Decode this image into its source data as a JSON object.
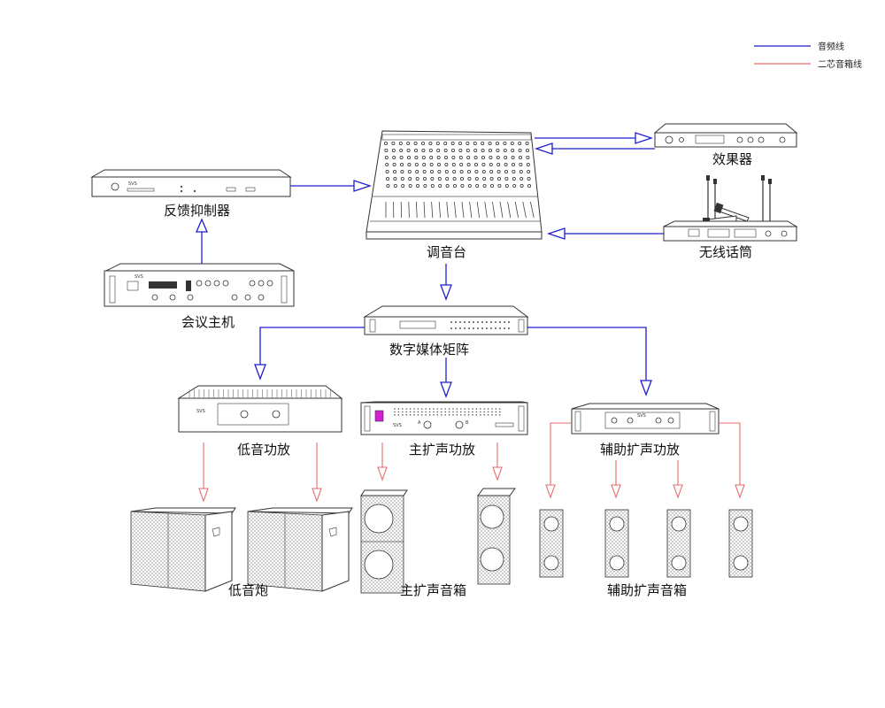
{
  "legend": {
    "audio_line": "音频线",
    "speaker_line": "二芯音箱线",
    "audio_color": "#1f1fd0",
    "speaker_color": "#e86b6b"
  },
  "nodes": {
    "feedback": "反馈抑制器",
    "conference": "会议主机",
    "mixer": "调音台",
    "effects": "效果器",
    "wireless_mic": "无线话筒",
    "matrix": "数字媒体矩阵",
    "bass_amp": "低音功放",
    "main_amp": "主扩声功放",
    "aux_amp": "辅助扩声功放",
    "subwoofer": "低音炮",
    "main_speaker": "主扩声音箱",
    "aux_speaker": "辅助扩声音箱"
  },
  "device_text": {
    "brand": "SVS",
    "main_amp_channel_a": "A",
    "main_amp_channel_b": "B"
  },
  "connections": [
    {
      "from": "conference",
      "to": "feedback",
      "type": "audio"
    },
    {
      "from": "feedback",
      "to": "mixer",
      "type": "audio"
    },
    {
      "from": "mixer",
      "to": "effects",
      "type": "audio"
    },
    {
      "from": "effects",
      "to": "mixer",
      "type": "audio"
    },
    {
      "from": "wireless_mic",
      "to": "mixer",
      "type": "audio"
    },
    {
      "from": "mixer",
      "to": "matrix",
      "type": "audio"
    },
    {
      "from": "matrix",
      "to": "bass_amp",
      "type": "audio"
    },
    {
      "from": "matrix",
      "to": "main_amp",
      "type": "audio"
    },
    {
      "from": "matrix",
      "to": "aux_amp",
      "type": "audio"
    },
    {
      "from": "bass_amp",
      "to": "subwoofer",
      "type": "speaker"
    },
    {
      "from": "main_amp",
      "to": "main_speaker",
      "type": "speaker"
    },
    {
      "from": "aux_amp",
      "to": "aux_speaker",
      "type": "speaker"
    }
  ]
}
